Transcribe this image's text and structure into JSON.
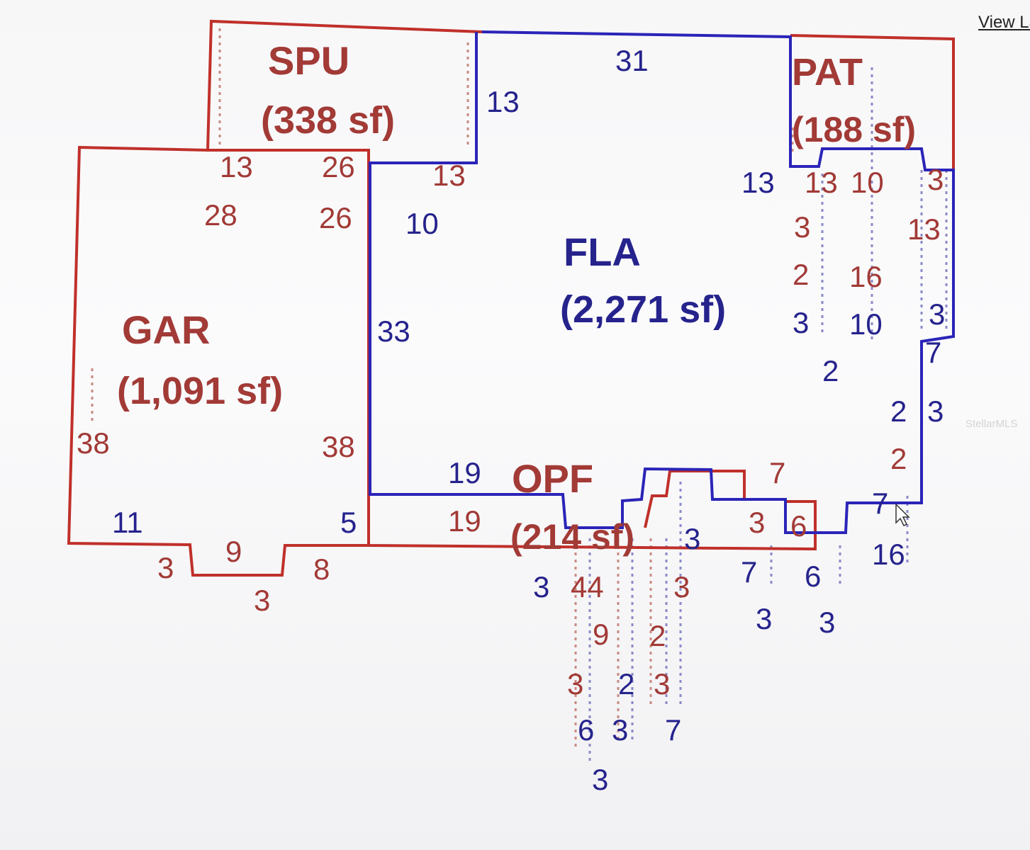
{
  "link": {
    "view_larger": "View Lar"
  },
  "watermark": "StellarMLS",
  "areas": {
    "spu": {
      "code": "SPU",
      "size": "(338 sf)"
    },
    "gar": {
      "code": "GAR",
      "size": "(1,091 sf)"
    },
    "fla": {
      "code": "FLA",
      "size": "(2,271 sf)"
    },
    "pat": {
      "code": "PAT",
      "size": "(188 sf)"
    },
    "opf": {
      "code": "OPF",
      "size": "(214 sf)"
    }
  },
  "dimensions": {
    "spu_right": "13",
    "fla_top": "31",
    "gar_top_left": "13",
    "gar_top_right": "26",
    "gar_inner_left": "28",
    "gar_inner_right": "26",
    "fla_top_left": "13",
    "fla_inner_left": "10",
    "fla_left": "33",
    "gar_left": "38",
    "gar_right": "38",
    "gar_bottom_left": "11",
    "gar_bottom_right": "5",
    "notch_left": "3",
    "notch_top": "9",
    "notch_bottom": "3",
    "notch_right": "8",
    "opf_top": "19",
    "opf_bottom": "19",
    "pat_left": "13",
    "pat_inner_left": "13",
    "pat_inner_top": "10",
    "pat_inner_right": "3",
    "pat_col_a1": "3",
    "pat_col_a2": "2",
    "pat_col_a3": "3",
    "pat_col_b1": "16",
    "pat_col_b2": "10",
    "pat_right_a": "13",
    "pat_right_b": "3",
    "fla_right_mid": "2",
    "fla_right_step1": "7",
    "fla_right_step2": "2",
    "fla_right_step3": "3",
    "fla_right_step4": "2",
    "fla_bottom_right_a": "7",
    "fla_bottom_right_b": "16",
    "step_top_7": "7",
    "step_box_3": "3",
    "step_box_6": "6",
    "step_below_7": "7",
    "step_below_6": "6",
    "step_below_3a": "3",
    "step_below_3b": "3",
    "opf_col_3a": "3",
    "opf_col_44": "44",
    "opf_col_9": "9",
    "opf_col_2a": "2",
    "opf_col_3b": "3",
    "opf_col_3c": "3",
    "opf_col_2b": "2",
    "opf_col_3d": "3",
    "opf_col_6": "6",
    "opf_col_3e": "3",
    "opf_col_7": "7",
    "opf_col_3f": "3",
    "opf_mid_3": "3"
  }
}
